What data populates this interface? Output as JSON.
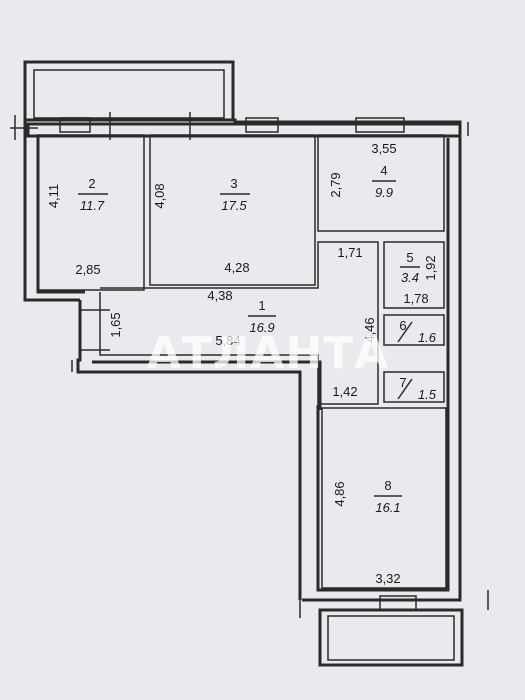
{
  "watermark": "АТЛАНТА",
  "rooms": [
    {
      "id": "1",
      "area": "16.9"
    },
    {
      "id": "2",
      "area": "11.7"
    },
    {
      "id": "3",
      "area": "17.5"
    },
    {
      "id": "4",
      "area": "9.9"
    },
    {
      "id": "5",
      "area": "3.4"
    },
    {
      "id": "6",
      "area": "1.6"
    },
    {
      "id": "7",
      "area": "1.5"
    },
    {
      "id": "8",
      "area": "16.1"
    }
  ],
  "dimensions": {
    "r2_height": "4,11",
    "r2_width": "2,85",
    "r3_height": "4,08",
    "r3_width": "4,28",
    "r4_width": "3,55",
    "r4_height": "2,79",
    "r5_height": "1,92",
    "r5_width": "1,78",
    "hall_width_top": "4,38",
    "hall_width_bottom": "5,84",
    "hall_height": "1,65",
    "hall_corridor": "1,71",
    "hall_side": "4,46",
    "r7_gap": "1,42",
    "r8_height": "4,86",
    "r8_width": "3,32"
  }
}
